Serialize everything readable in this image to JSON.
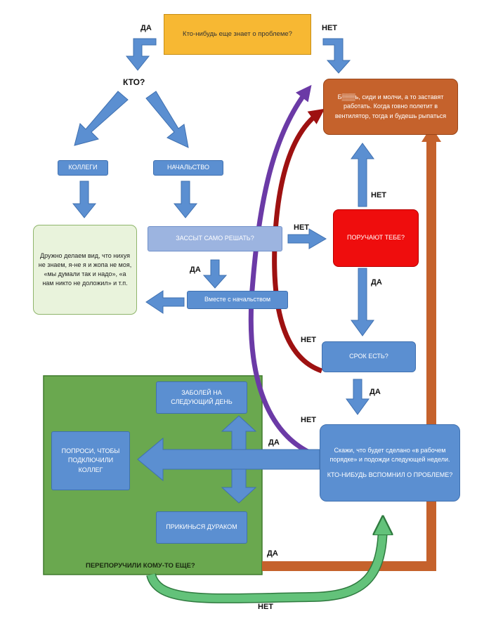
{
  "nodes": {
    "start": "Кто-нибудь еще знает о проблеме?",
    "who": "КТО?",
    "colleagues": "КОЛЛЕГИ",
    "management": "НАЧАЛЬСТВО",
    "pretend": "Дружно делаем вид, что нихуя не знаем, я-не я и жопа не моя, «мы думали так и надо», «а нам никто не доложил» и т.п.",
    "afraid": "ЗАССЫТ САМО РЕШАТЬ?",
    "together": "Вместе с начальством",
    "sit_quiet": "Б▒▒▒ь, сиди и молчи, а то заставят работать. Когда говно полетит в вентилятор, тогда и будешь рыпаться",
    "assigned": "ПОРУЧАЮТ ТЕБЕ?",
    "deadline": "СРОК ЕСТЬ?",
    "promise": "Скажи, что будет сделано «в рабочем порядке» и подожди следующей недели.",
    "remembered": "КТО-НИБУДЬ ВСПОМНИЛ О ПРОБЛЕМЕ?",
    "sick": "ЗАБОЛЕЙ НА СЛЕДУЮЩИЙ ДЕНЬ",
    "ask": "ПОПРОСИ, ЧТОБЫ ПОДКЛЮЧИЛИ КОЛЛЕГ",
    "fool": "ПРИКИНЬСЯ ДУРАКОМ",
    "reassigned": "ПЕРЕПОРУЧИЛИ КОМУ-ТО ЕЩЕ?"
  },
  "labels": {
    "yes": "ДА",
    "no": "НЕТ"
  },
  "colors": {
    "blue_box": "#5b8fd1",
    "blue_arrow": "#5b8fd1",
    "orange_start": "#f7b833",
    "brown_end": "#c5622c",
    "red_box": "#ef0d0d",
    "green_box": "#f0f7e8",
    "green_panel": "#6aa84f",
    "purple_arrow": "#6b3aa6",
    "darkred_arrow": "#9e1111",
    "green_arrow": "#63c27a"
  }
}
